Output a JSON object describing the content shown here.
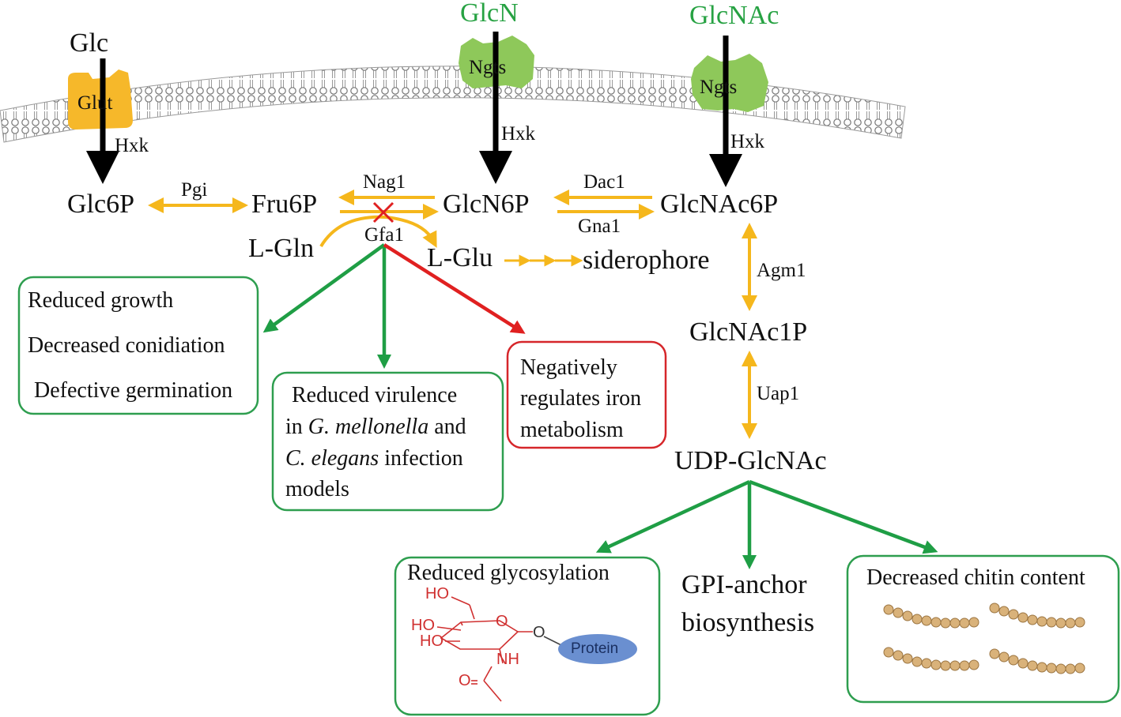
{
  "colors": {
    "arrow_yellow": "#f5b71c",
    "arrow_green": "#1f9e45",
    "arrow_red": "#e02020",
    "transporter_green": "#8ec85a",
    "transporter_yellow": "#f6b82a",
    "box_green": "#2e9e4f",
    "box_red": "#d6262a",
    "title_green": "#27a243"
  },
  "membrane": {
    "sugars": [
      "Glc",
      "GlcN",
      "GlcNAc"
    ],
    "transporters": [
      "Glut",
      "Ngts",
      "Ngts"
    ],
    "kinase": [
      "Hxk",
      "Hxk",
      "Hxk"
    ]
  },
  "metabolites": {
    "glc6p": "Glc6P",
    "fru6p": "Fru6P",
    "glcn6p": "GlcN6P",
    "glcnac6p": "GlcNAc6P",
    "lgln": "L-Gln",
    "lglu": "L-Glu",
    "siderophore": "siderophore",
    "glcnac1p": "GlcNAc1P",
    "udpglcnac": "UDP-GlcNAc"
  },
  "enzymes": {
    "pgi": "Pgi",
    "nag1": "Nag1",
    "gfa1": "Gfa1",
    "dac1": "Dac1",
    "gna1": "Gna1",
    "agm1": "Agm1",
    "uap1": "Uap1"
  },
  "phenotypes": {
    "growth_box": [
      "Reduced growth",
      "Decreased conidiation",
      "Defective germination"
    ],
    "virulence_box": {
      "line1": "Reduced virulence",
      "line2_pre": "in ",
      "line2_it": "G. mellonella",
      "line2_post": " and",
      "line3_it": "C. elegans",
      "line3_post": " infection",
      "line4": "models"
    },
    "iron_box": [
      "Negatively",
      "regulates iron",
      "metabolism"
    ],
    "glyco_title": "Reduced glycosylation",
    "gpi": [
      "GPI-anchor",
      "biosynthesis"
    ],
    "chitin_title": "Decreased chitin content"
  },
  "glycan": {
    "ho1": "HO",
    "ho2": "HO",
    "ho3": "HO",
    "ring_o": "O",
    "link_o": "O",
    "nh": "NH",
    "carbonyl_o": "O",
    "protein": "Protein"
  }
}
